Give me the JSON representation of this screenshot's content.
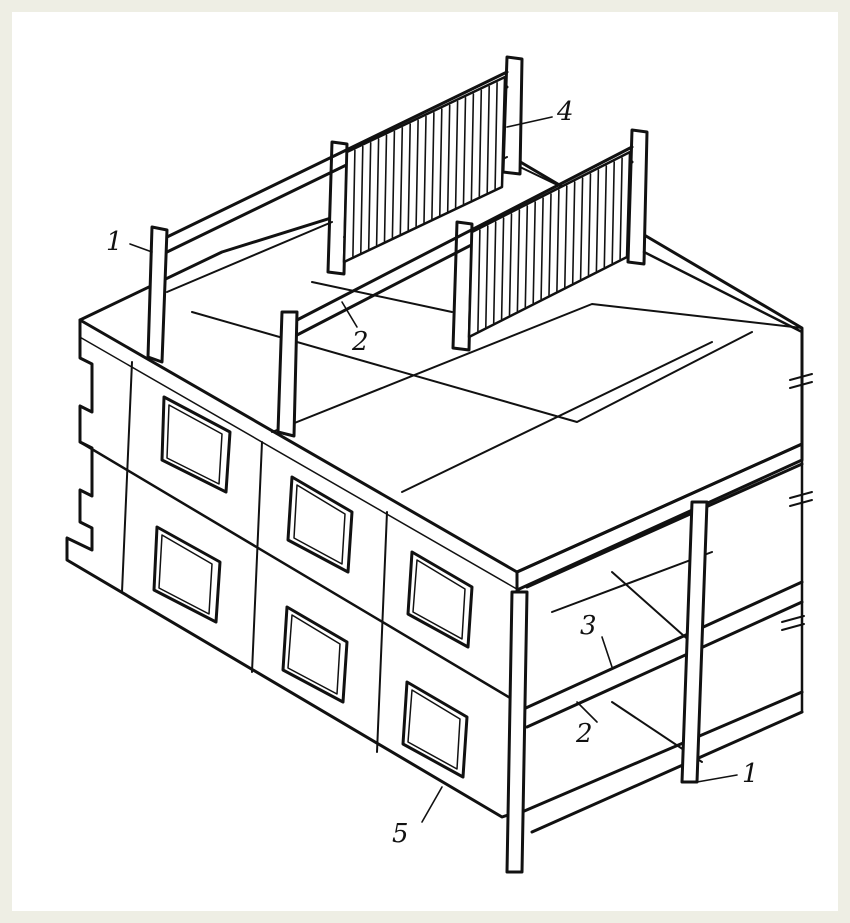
{
  "figure": {
    "callouts": [
      {
        "id": "c1a",
        "text": "1"
      },
      {
        "id": "c2a",
        "text": "2"
      },
      {
        "id": "c4",
        "text": "4"
      },
      {
        "id": "c3",
        "text": "3"
      },
      {
        "id": "c2b",
        "text": "2"
      },
      {
        "id": "c1b",
        "text": "1"
      },
      {
        "id": "c5",
        "text": "5"
      }
    ]
  },
  "colors": {
    "ink": "#111111",
    "paper": "#ffffff",
    "border": "#eeeee4"
  }
}
